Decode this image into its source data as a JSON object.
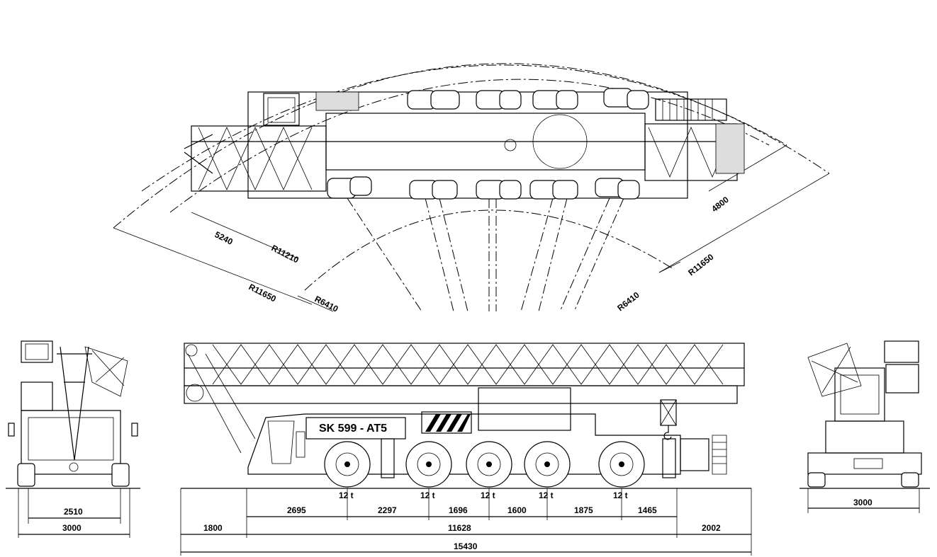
{
  "model_label": "SK 599 - AT5",
  "top_view": {
    "dimensions": {
      "d5240": "5240",
      "r11210": "R11210",
      "r11650_left": "R11650",
      "r6410_left": "R6410",
      "d4800": "4800",
      "r11650_right": "R11650",
      "r6410_right": "R6410"
    }
  },
  "front_view": {
    "inner_width": "2510",
    "outer_width": "3000"
  },
  "rear_view": {
    "outer_width": "3000"
  },
  "side_view": {
    "axle_loads": [
      "12 t",
      "12 t",
      "12 t",
      "12 t",
      "12 t"
    ],
    "axle_spacings": [
      "2695",
      "2297",
      "1696",
      "1600",
      "1875",
      "1465"
    ],
    "front_overhang": "1800",
    "wheelbase_total": "11628",
    "rear_overhang": "2002",
    "overall_length": "15430"
  },
  "colors": {
    "ink": "#000000",
    "paper": "#ffffff"
  }
}
